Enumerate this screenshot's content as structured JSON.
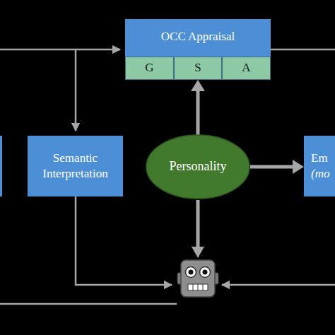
{
  "diagram": {
    "nodes": [
      {
        "text": [
          "OCC Appraisal"
        ]
      },
      {
        "text": [
          "G"
        ],
        "in": 0
      },
      {
        "text": [
          "S"
        ],
        "in": 0
      },
      {
        "text": [
          "A"
        ],
        "in": 0
      },
      {
        "text": [
          "Semantic Interpretation"
        ]
      },
      {
        "text": [
          "Personality"
        ]
      },
      {
        "text": [
          "Em",
          "(mo"
        ]
      }
    ],
    "edges": [
      {
        "from": 5,
        "to": 2,
        "arrow": "to"
      },
      {
        "from": 5,
        "to": 6,
        "arrow": "to"
      }
    ]
  }
}
